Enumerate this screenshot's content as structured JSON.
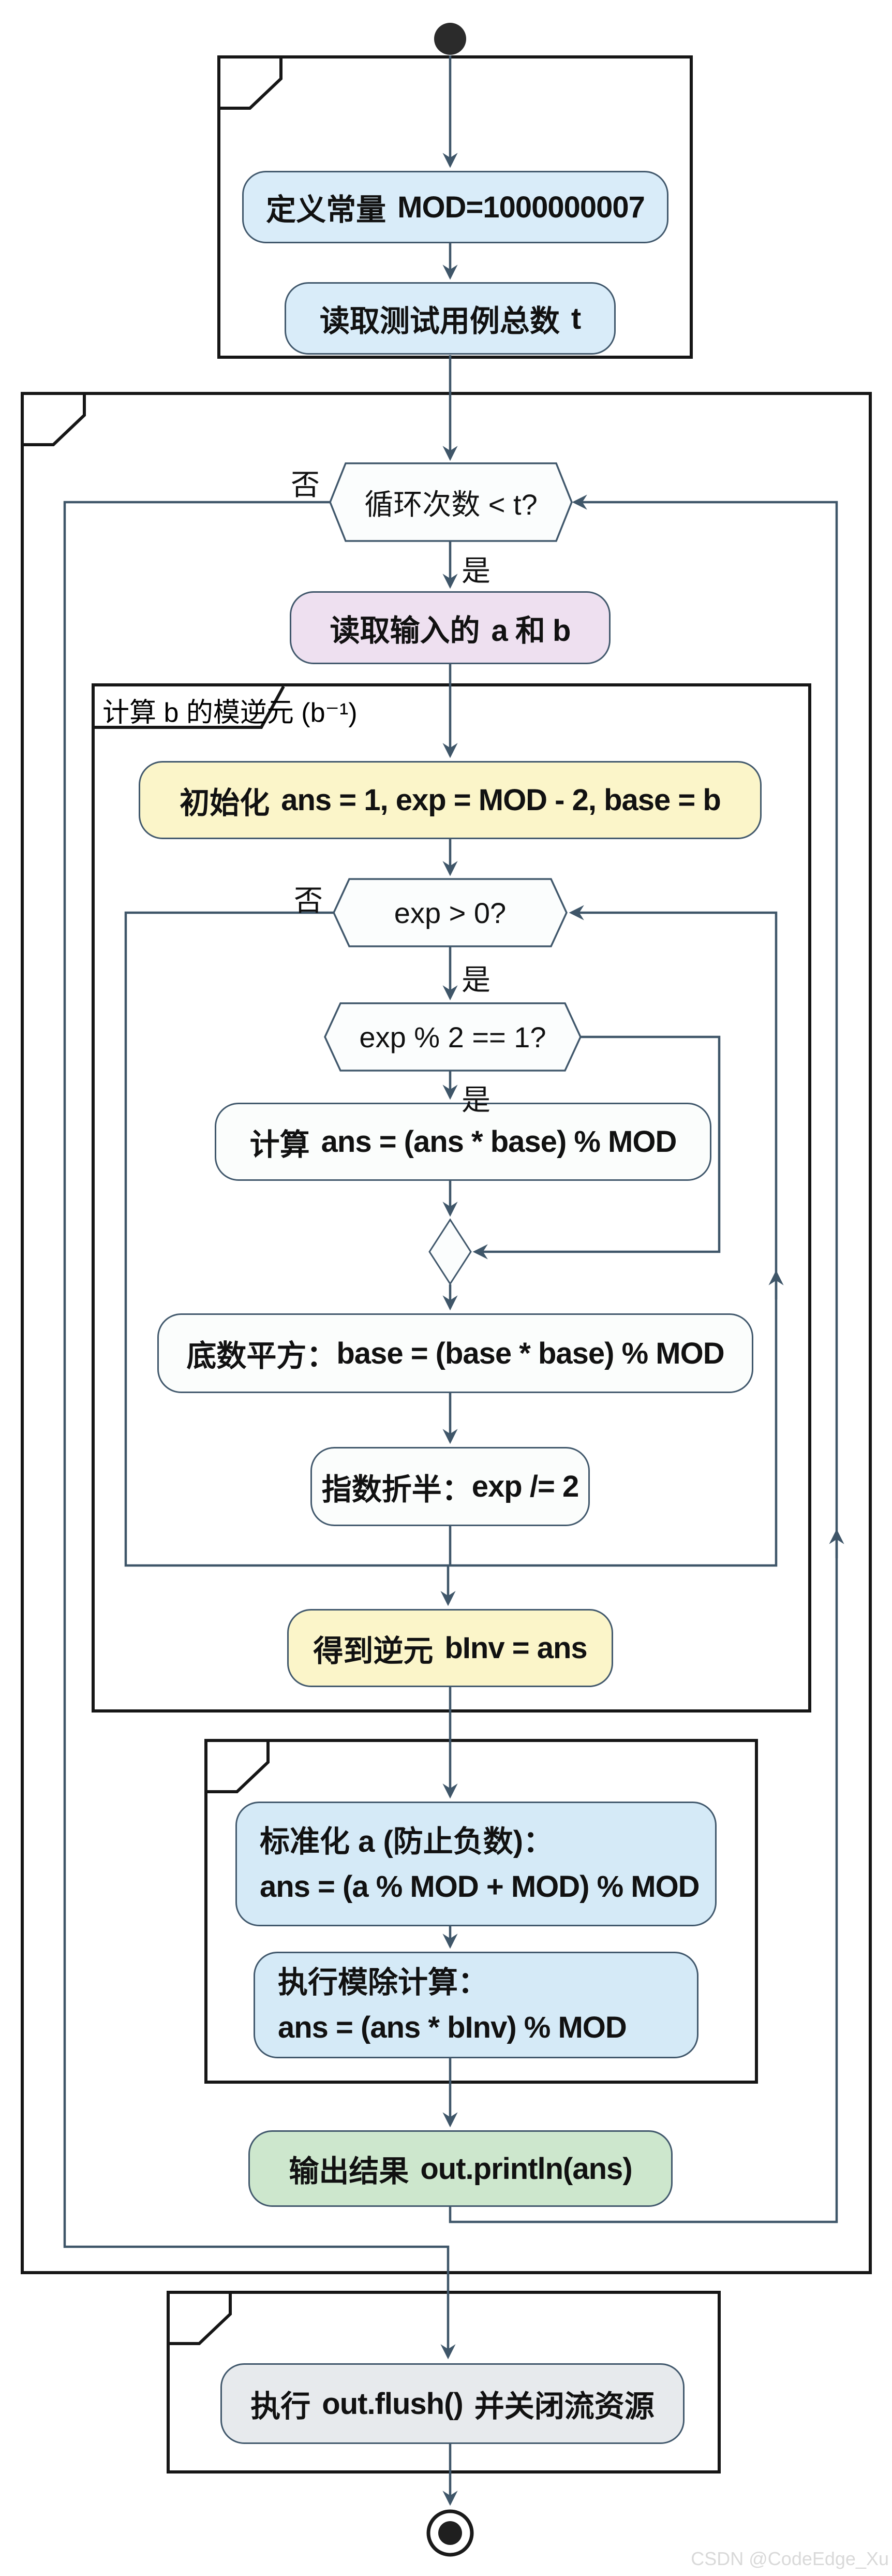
{
  "labels": {
    "no": "否",
    "yes": "是"
  },
  "frames": {
    "inverse_title": "计算 b 的模逆元 (b⁻¹)"
  },
  "nodes": {
    "define_constant": {
      "prefix": "定义常量",
      "code": "MOD=1000000007"
    },
    "read_t": {
      "prefix": "读取测试用例总数",
      "code": "t"
    },
    "loop_condition": {
      "text": "循环次数 < t?"
    },
    "read_ab": {
      "prefix": "读取输入的",
      "code": "a 和 b"
    },
    "init": {
      "prefix": "初始化",
      "code": "ans = 1, exp = MOD - 2, base = b"
    },
    "while_condition": {
      "text": "exp > 0?"
    },
    "odd_condition": {
      "text": "exp % 2 == 1?"
    },
    "multiply": {
      "prefix": "计算",
      "code": "ans = (ans * base) % MOD"
    },
    "square": {
      "prefix": "底数平方：",
      "code": "base = (base * base) % MOD"
    },
    "halve": {
      "prefix": "指数折半：",
      "code": "exp /= 2"
    },
    "inverse_result": {
      "prefix": "得到逆元",
      "code": "bInv = ans"
    },
    "normalize": {
      "line1": "标准化 a (防止负数)：",
      "line2": "ans = (a % MOD + MOD) % MOD"
    },
    "mod_divide": {
      "line1": "执行模除计算：",
      "line2": "ans = (ans * bInv) % MOD"
    },
    "output": {
      "prefix": "输出结果",
      "code": "out.println(ans)"
    },
    "flush": {
      "prefix": "执行",
      "code": "out.flush()",
      "suffix": "并关闭流资源"
    }
  },
  "watermark": "CSDN @CodeEdge_Xu",
  "colors": {
    "connector": "#3f5669",
    "frame_border": "#161616",
    "node_border": "#41586c",
    "blue_fill": "#d9ecf9",
    "pink_fill": "#eee0f0",
    "yellow_fill": "#fbf5c9",
    "white_fill": "#fbfdfc",
    "cyan_fill": "#d5eaf7",
    "green_fill": "#cde7cd",
    "gray_fill": "#e7eaed"
  }
}
